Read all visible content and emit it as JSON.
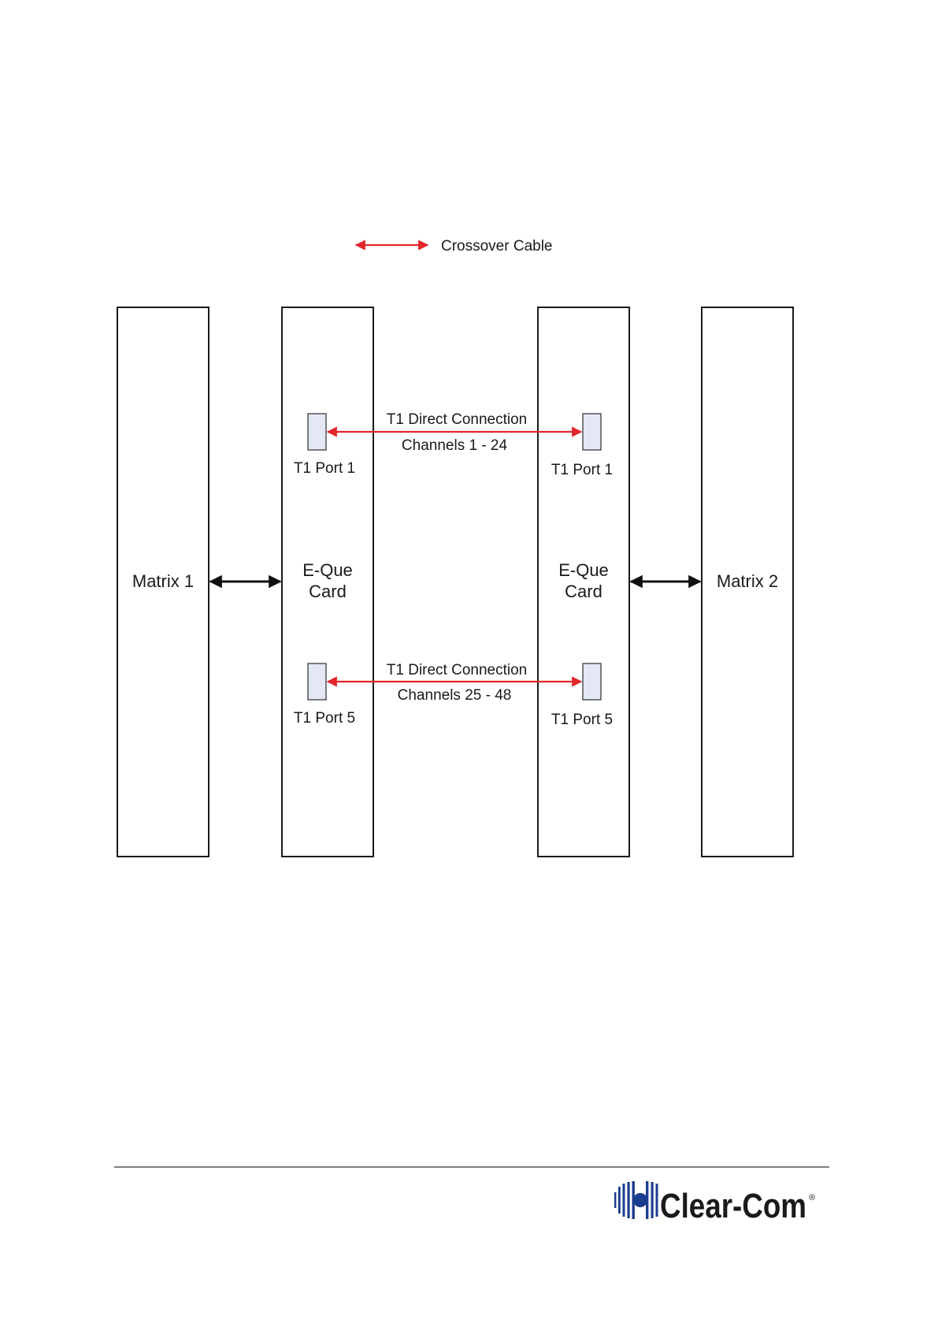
{
  "legend": {
    "label": "Crossover Cable",
    "color": "#e3262b"
  },
  "blocks": {
    "matrix1": "Matrix 1",
    "card_left_line1": "E-Que",
    "card_left_line2": "Card",
    "card_right_line1": "E-Que",
    "card_right_line2": "Card",
    "matrix2": "Matrix 2"
  },
  "ports": {
    "left_top": "T1 Port 1",
    "left_bottom": "T1 Port 5",
    "right_top": "T1 Port 1",
    "right_bottom": "T1 Port 5"
  },
  "links": {
    "top_title": "T1 Direct Connection",
    "top_channels": "Channels 1 - 24",
    "bottom_title": "T1 Direct Connection",
    "bottom_channels": "Channels 25 - 48"
  },
  "footer": {
    "logo_text": "Clear-Com",
    "logo_mark": "®",
    "brand_color": "#1b3d8f"
  }
}
